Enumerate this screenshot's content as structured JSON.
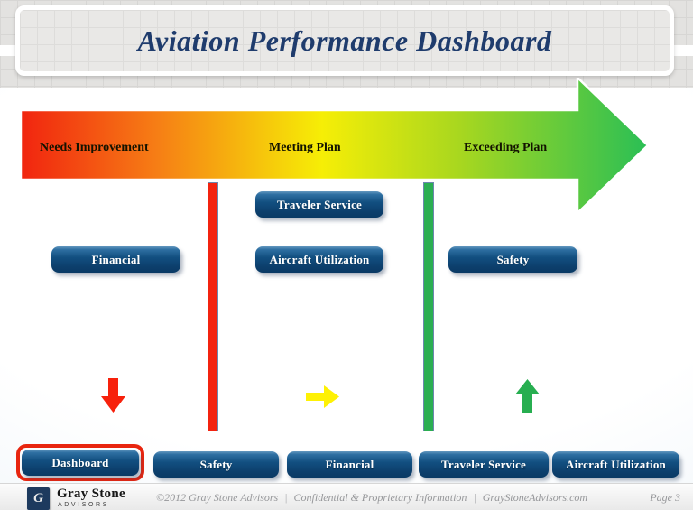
{
  "title": "Aviation Performance Dashboard",
  "gauge": {
    "zones": [
      {
        "label": "Needs Improvement"
      },
      {
        "label": "Meeting Plan"
      },
      {
        "label": "Exceeding Plan"
      }
    ],
    "gradient": [
      "#f1240f",
      "#f67f15",
      "#f6ee06",
      "#a8d71f",
      "#2abf55"
    ]
  },
  "dividers": [
    {
      "name": "needs-improvement-boundary",
      "color": "#f3230f"
    },
    {
      "name": "exceeding-plan-boundary",
      "color": "#2bae52"
    }
  ],
  "cards": [
    {
      "label": "Financial",
      "zone": "Needs Improvement"
    },
    {
      "label": "Traveler Service",
      "zone": "Meeting Plan"
    },
    {
      "label": "Aircraft Utilization",
      "zone": "Meeting Plan"
    },
    {
      "label": "Safety",
      "zone": "Exceeding Plan"
    }
  ],
  "trends": [
    {
      "zone": "Needs Improvement",
      "direction": "down",
      "color": "#f7210c"
    },
    {
      "zone": "Meeting Plan",
      "direction": "right",
      "color": "#fef104"
    },
    {
      "zone": "Exceeding Plan",
      "direction": "up",
      "color": "#27ae50"
    }
  ],
  "nav": {
    "active_ring_color": "#e8250f",
    "items": [
      {
        "label": "Dashboard",
        "active": true
      },
      {
        "label": "Safety",
        "active": false
      },
      {
        "label": "Financial",
        "active": false
      },
      {
        "label": "Traveler Service",
        "active": false
      },
      {
        "label": "Aircraft Utilization",
        "active": false
      }
    ]
  },
  "footer": {
    "logo_monogram": "G",
    "brand_name": "Gray Stone",
    "brand_subtitle": "ADVISORS",
    "copyright": "©2012 Gray Stone Advisors",
    "separator": "|",
    "confidential": "Confidential & Proprietary Information",
    "website": "GrayStoneAdvisors.com",
    "page_label": "Page 3"
  }
}
